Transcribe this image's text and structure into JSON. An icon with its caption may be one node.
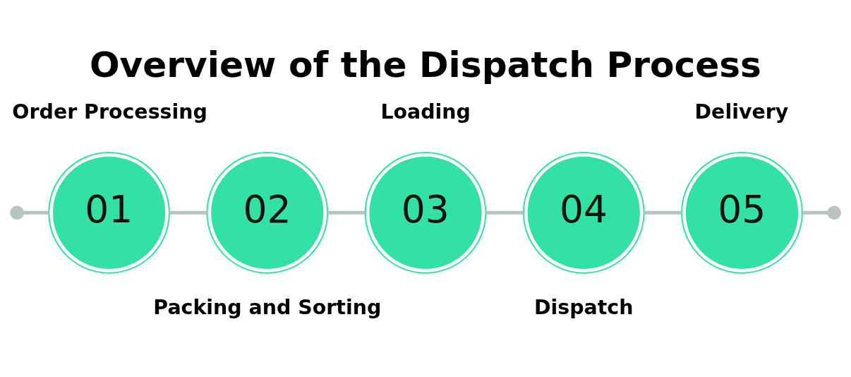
{
  "diagram": {
    "title": "Overview of the Dispatch Process",
    "nodes": [
      {
        "text": [
          "01"
        ],
        "beside": [
          "Order Processing"
        ]
      },
      {
        "text": [
          "02"
        ],
        "beside": [
          "Packing and Sorting"
        ]
      },
      {
        "text": [
          "03"
        ],
        "beside": [
          "Loading"
        ]
      },
      {
        "text": [
          "04"
        ],
        "beside": [
          "Dispatch"
        ]
      },
      {
        "text": [
          "05"
        ],
        "beside": [
          "Delivery"
        ]
      }
    ],
    "edges": [
      {
        "from": null,
        "to": 0,
        "arrow": "other"
      },
      {
        "from": 0,
        "to": 1,
        "arrow": "none"
      },
      {
        "from": 1,
        "to": 2,
        "arrow": "none"
      },
      {
        "from": 2,
        "to": 3,
        "arrow": "none"
      },
      {
        "from": 3,
        "to": 4,
        "arrow": "none"
      },
      {
        "from": 4,
        "to": null,
        "arrow": "other"
      }
    ]
  }
}
